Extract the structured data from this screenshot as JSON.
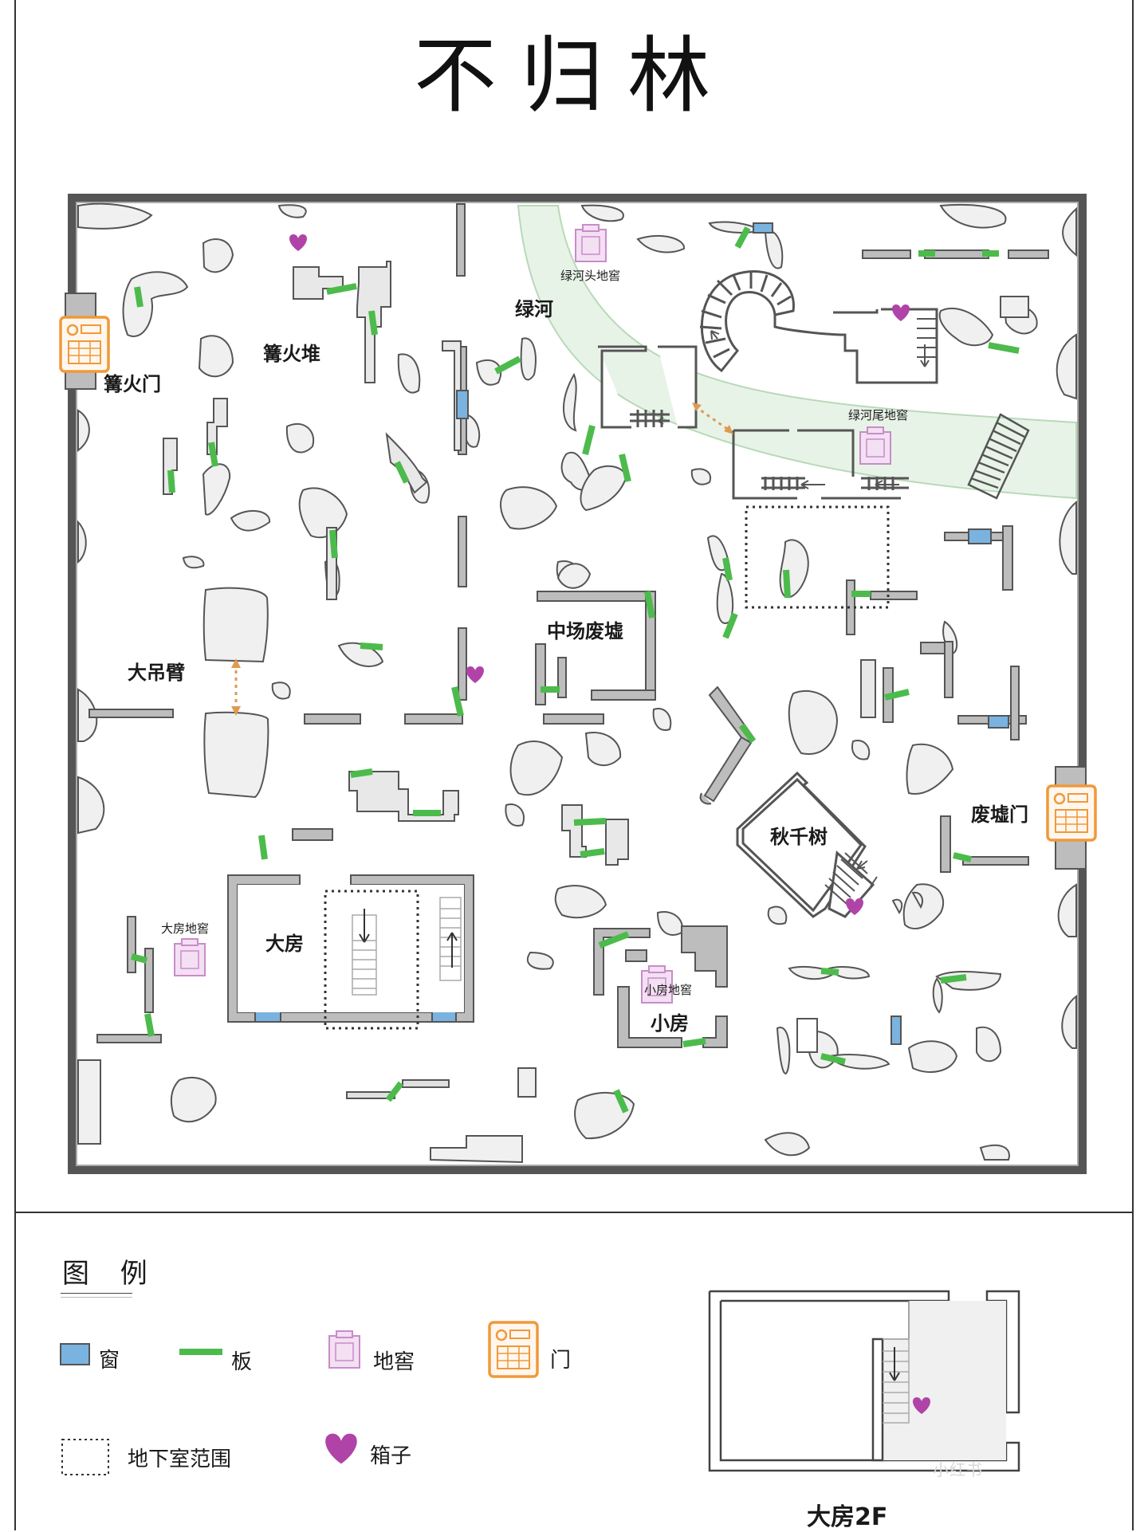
{
  "title": "不归林",
  "colors": {
    "window": "#7ab3e0",
    "board": "#4cbb4c",
    "cellar": "#d9a7d9",
    "gate": "#f0993a",
    "chest": "#b043a8",
    "river": "#e6f2e6",
    "wall": "#bdbdbd",
    "obstacle": "#f0f0f0"
  },
  "map_labels": {
    "bonfire_gate": "篝火门",
    "bonfire": "篝火堆",
    "green_river": "绿河",
    "river_head_cellar": "绿河头地窖",
    "river_tail_cellar": "绿河尾地窖",
    "crane": "大吊臂",
    "middle_ruins": "中场废墟",
    "swing_tree": "秋千树",
    "ruins_gate": "废墟门",
    "big_house": "大房",
    "big_house_cellar": "大房地窖",
    "small_house": "小房",
    "small_house_cellar": "小房地窖"
  },
  "legend": {
    "title": "图 例",
    "window": "窗",
    "board": "板",
    "cellar": "地窖",
    "gate": "门",
    "basement_range": "地下室范围",
    "chest": "箱子"
  },
  "upper_floor_caption": "大房2F",
  "watermark": "小红书"
}
